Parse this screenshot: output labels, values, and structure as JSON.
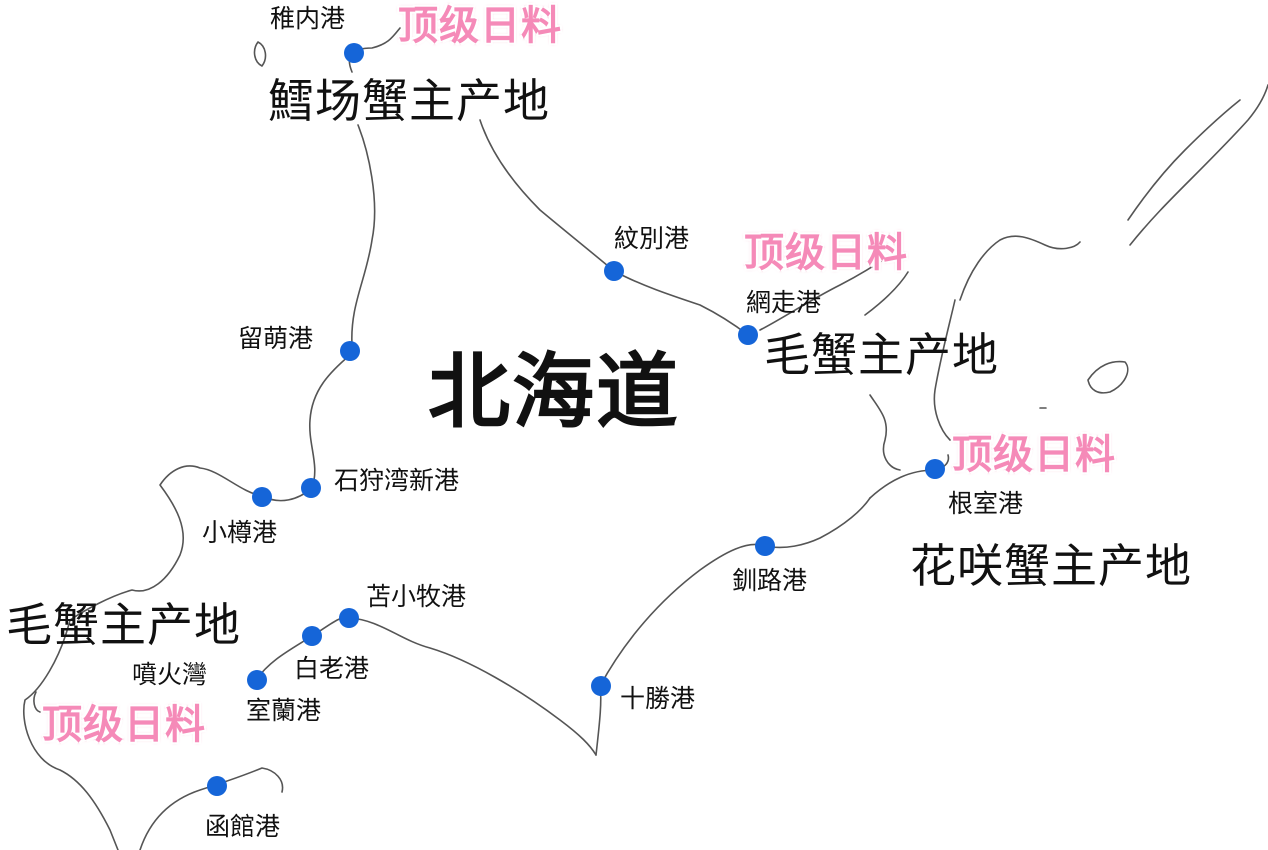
{
  "map": {
    "region_title": "北海道",
    "marker_color": "#1565d8",
    "accent_color": "#f58ab8",
    "ports": [
      {
        "id": "wakkanai",
        "label": "稚内港"
      },
      {
        "id": "monbetsu",
        "label": "紋別港"
      },
      {
        "id": "abashiri",
        "label": "網走港"
      },
      {
        "id": "rumoi",
        "label": "留萌港"
      },
      {
        "id": "ishikari",
        "label": "石狩湾新港"
      },
      {
        "id": "otaru",
        "label": "小樽港"
      },
      {
        "id": "nemuro",
        "label": "根室港"
      },
      {
        "id": "kushiro",
        "label": "釧路港"
      },
      {
        "id": "tomakomai",
        "label": "苫小牧港"
      },
      {
        "id": "shiraoi",
        "label": "白老港"
      },
      {
        "id": "muroran",
        "label": "室蘭港"
      },
      {
        "id": "tokachi",
        "label": "十勝港"
      },
      {
        "id": "hakodate",
        "label": "函館港"
      }
    ],
    "place_labels": {
      "funka_bay": "噴火灣"
    },
    "production_labels": {
      "north": "鱈场蟹主产地",
      "okhotsk": "毛蟹主产地",
      "nemuro": "花咲蟹主产地",
      "southwest": "毛蟹主产地"
    },
    "grade_labels": {
      "north": "顶级日料",
      "okhotsk": "顶级日料",
      "nemuro": "顶级日料",
      "southwest": "顶级日料"
    }
  }
}
